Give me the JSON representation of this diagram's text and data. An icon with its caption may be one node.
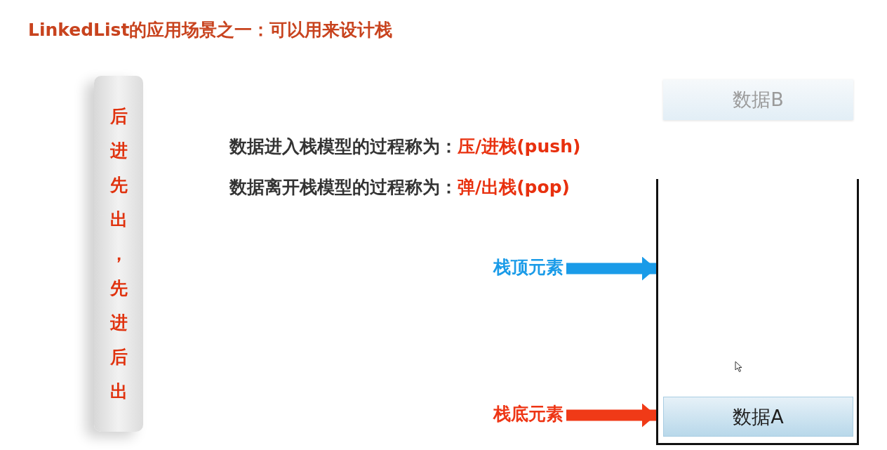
{
  "diagram": {
    "title": "LinkedList的应用场景之一：可以用来设计栈",
    "nodes": [
      {
        "text": [
          "后进先出，先进后出"
        ]
      },
      {
        "text": [],
        "shape": "box"
      },
      {
        "text": [
          "数据B"
        ]
      },
      {
        "text": [
          "数据A"
        ],
        "in": 1
      },
      {
        "text": [
          "栈顶元素"
        ]
      },
      {
        "text": [
          "栈底元素"
        ]
      }
    ],
    "edges": [
      {
        "from": 4,
        "to": 1,
        "arrow": "to",
        "color": "#1a9be8"
      },
      {
        "from": 5,
        "to": 1,
        "arrow": "to",
        "color": "#f03a17"
      }
    ],
    "labels": [
      "数据进入栈模型的过程称为：",
      "压/进栈(push)",
      "数据离开栈模型的过程称为：",
      "弹/出栈(pop)"
    ]
  }
}
